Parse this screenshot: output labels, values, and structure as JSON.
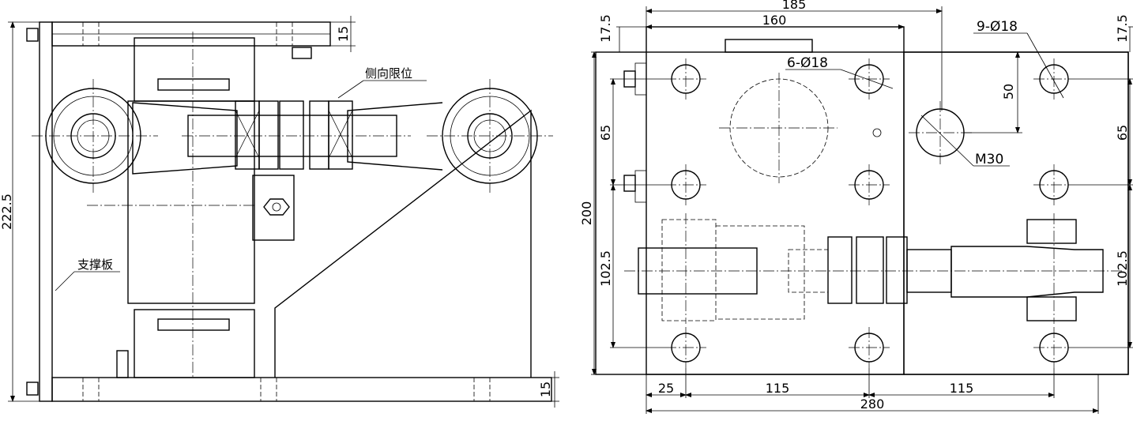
{
  "left_view": {
    "dims": {
      "total_height": "222.5",
      "top_plate": "15",
      "bottom_plate": "15"
    },
    "labels": {
      "side_limit": "侧向限位",
      "support_plate": "支撑板"
    }
  },
  "right_view": {
    "dims": {
      "top_185": "185",
      "top_160": "160",
      "left_17_5": "17.5",
      "right_17_5": "17.5",
      "left_65": "65",
      "right_65": "65",
      "left_200": "200",
      "left_102_5": "102.5",
      "right_102_5": "102.5",
      "mid_50": "50",
      "bottom_25": "25",
      "bottom_115_a": "115",
      "bottom_115_b": "115",
      "bottom_280": "280"
    },
    "callouts": {
      "holes_9": "9-Ø18",
      "holes_6": "6-Ø18",
      "thread": "M30"
    }
  }
}
